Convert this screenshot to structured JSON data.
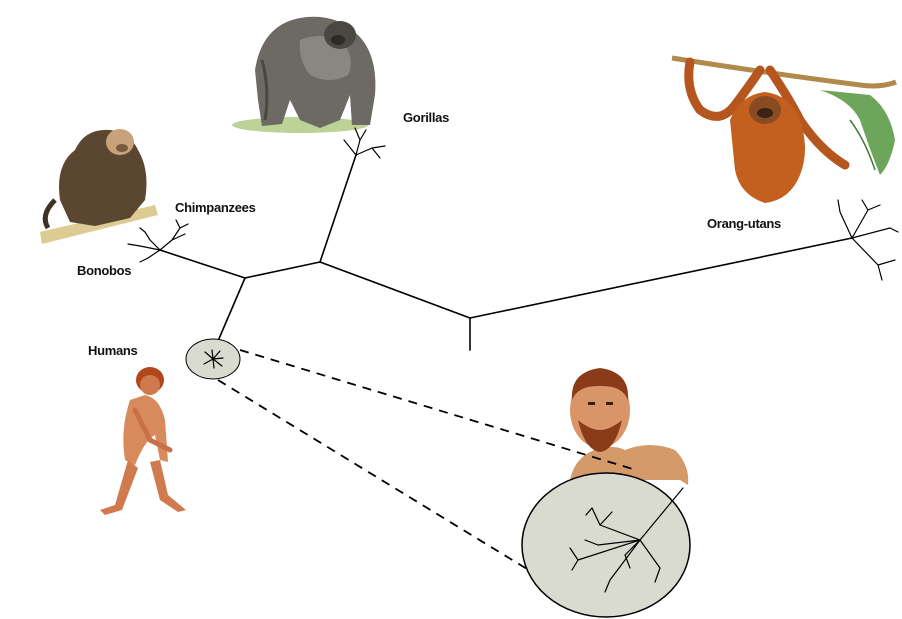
{
  "diagram": {
    "labels": {
      "gorillas": "Gorillas",
      "chimpanzees": "Chimpanzees",
      "bonobos": "Bonobos",
      "humans": "Humans",
      "orangutans": "Orang-utans"
    },
    "colors": {
      "zoom_circle_fill": "#d9dbd0",
      "branch": "#000000"
    },
    "illustrations": [
      "gorilla",
      "chimpanzee",
      "orangutan",
      "early-human",
      "modern-man"
    ]
  }
}
